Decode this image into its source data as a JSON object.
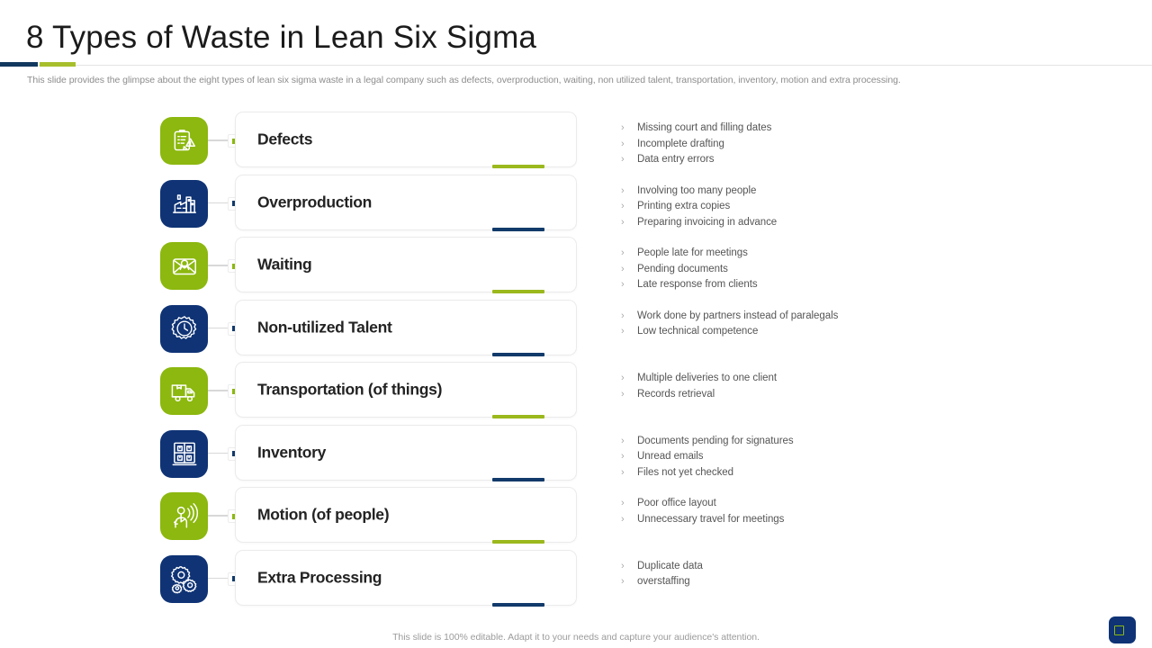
{
  "header": {
    "title": "8 Types of Waste in Lean Six Sigma",
    "subtitle": "This slide provides the glimpse about the eight types of lean six sigma waste in a legal company such as defects, overproduction, waiting, non utilized talent, transportation, inventory, motion and extra processing.",
    "accent_navy": "#12385f",
    "accent_olive": "#a8bf2c"
  },
  "colors": {
    "green": "#8cb80f",
    "navy": "#0f3375",
    "underline_green": "#9bb81c",
    "underline_navy": "#123a6b",
    "text_dark": "#232323",
    "text_muted": "#555555"
  },
  "rows": [
    {
      "label": "Defects",
      "theme": "green",
      "icon": "clipboard-warning-icon",
      "bullets": [
        "Missing court and filling dates",
        "Incomplete drafting",
        "Data entry errors"
      ]
    },
    {
      "label": "Overproduction",
      "theme": "navy",
      "icon": "factory-icon",
      "bullets": [
        "Involving too many people",
        "Printing extra copies",
        "Preparing invoicing in advance"
      ]
    },
    {
      "label": "Waiting",
      "theme": "green",
      "icon": "envelope-person-icon",
      "bullets": [
        "People late for meetings",
        "Pending documents",
        "Late response from clients"
      ]
    },
    {
      "label": "Non-utilized Talent",
      "theme": "navy",
      "icon": "clock-gear-icon",
      "bullets": [
        "Work done by partners instead of paralegals",
        "Low technical competence"
      ]
    },
    {
      "label": "Transportation (of things)",
      "theme": "green",
      "icon": "delivery-truck-icon",
      "bullets": [
        "Multiple deliveries to one client",
        "Records retrieval"
      ]
    },
    {
      "label": "Inventory",
      "theme": "navy",
      "icon": "warehouse-shelf-icon",
      "bullets": [
        "Documents pending for signatures",
        "Unread emails",
        "Files not yet checked"
      ]
    },
    {
      "label": "Motion (of people)",
      "theme": "green",
      "icon": "hand-motion-icon",
      "bullets": [
        "Poor office layout",
        "Unnecessary travel for meetings"
      ]
    },
    {
      "label": "Extra Processing",
      "theme": "navy",
      "icon": "gears-icon",
      "bullets": [
        "Duplicate data",
        "overstaffing"
      ]
    }
  ],
  "bullet_marker": "›",
  "footer": {
    "note": "This slide is 100% editable. Adapt it to your needs and capture your audience's attention."
  }
}
